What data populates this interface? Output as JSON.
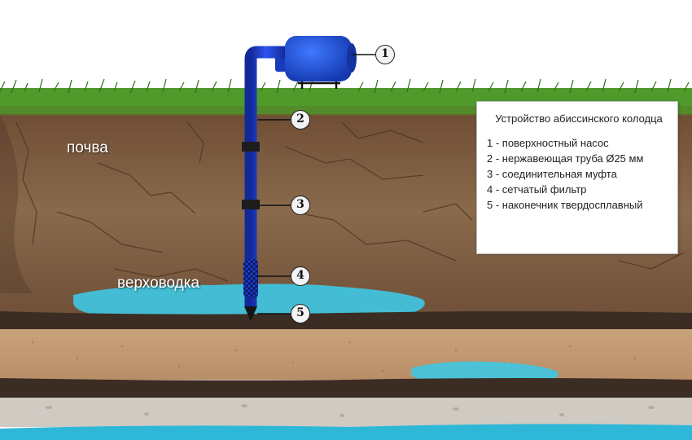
{
  "legend": {
    "title": "Устройство абиссинского колодца",
    "items": [
      "1 - поверхностный насос",
      "2 - нержавеющая труба Ø25 мм",
      "3 - соединительная муфта",
      "4 - сетчатый фильтр",
      "5 - наконечник твердосплавный"
    ]
  },
  "labels": {
    "soil": "почва",
    "perched_water": "верховодка"
  },
  "callouts": [
    "1",
    "2",
    "3",
    "4",
    "5"
  ],
  "colors": {
    "pipe": "#1f3fd6",
    "pump": "#1e4fcc",
    "water": "#3fc6e2",
    "grass": "#4f9a2a",
    "soil": "#7a5a3e",
    "clay_dark": "#3b2d24",
    "sand": "#c9a27c",
    "gravel": "#cfcac2"
  }
}
